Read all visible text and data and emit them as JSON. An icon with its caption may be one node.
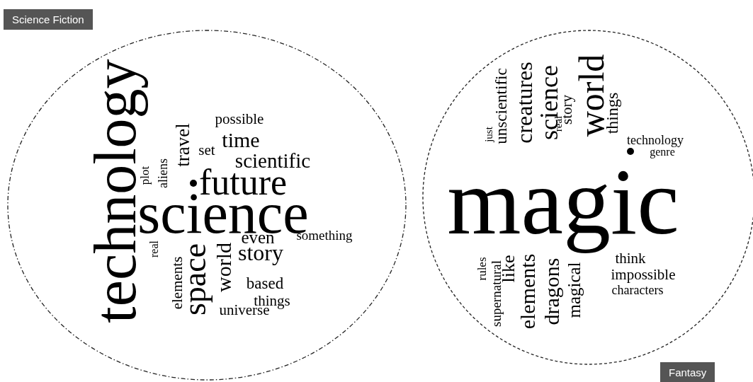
{
  "diagram": {
    "nodes": [
      {
        "text": [
          "Science Fiction",
          "technology",
          "future",
          "science",
          "space",
          "story",
          "time",
          "scientific",
          "travel",
          "set",
          "possible",
          "plot",
          "aliens",
          "real",
          "elements",
          "world",
          "even",
          "something",
          "based",
          "things",
          "universe"
        ]
      },
      {
        "text": [
          "Fantasy",
          "world",
          "science",
          "creatures",
          "unscientific",
          "story",
          "real",
          "things",
          "technology",
          "just",
          "genre",
          "magic",
          "rules",
          "like",
          "elements",
          "dragons",
          "supernatural",
          "magical",
          "think",
          "impossible",
          "characters"
        ]
      }
    ]
  }
}
